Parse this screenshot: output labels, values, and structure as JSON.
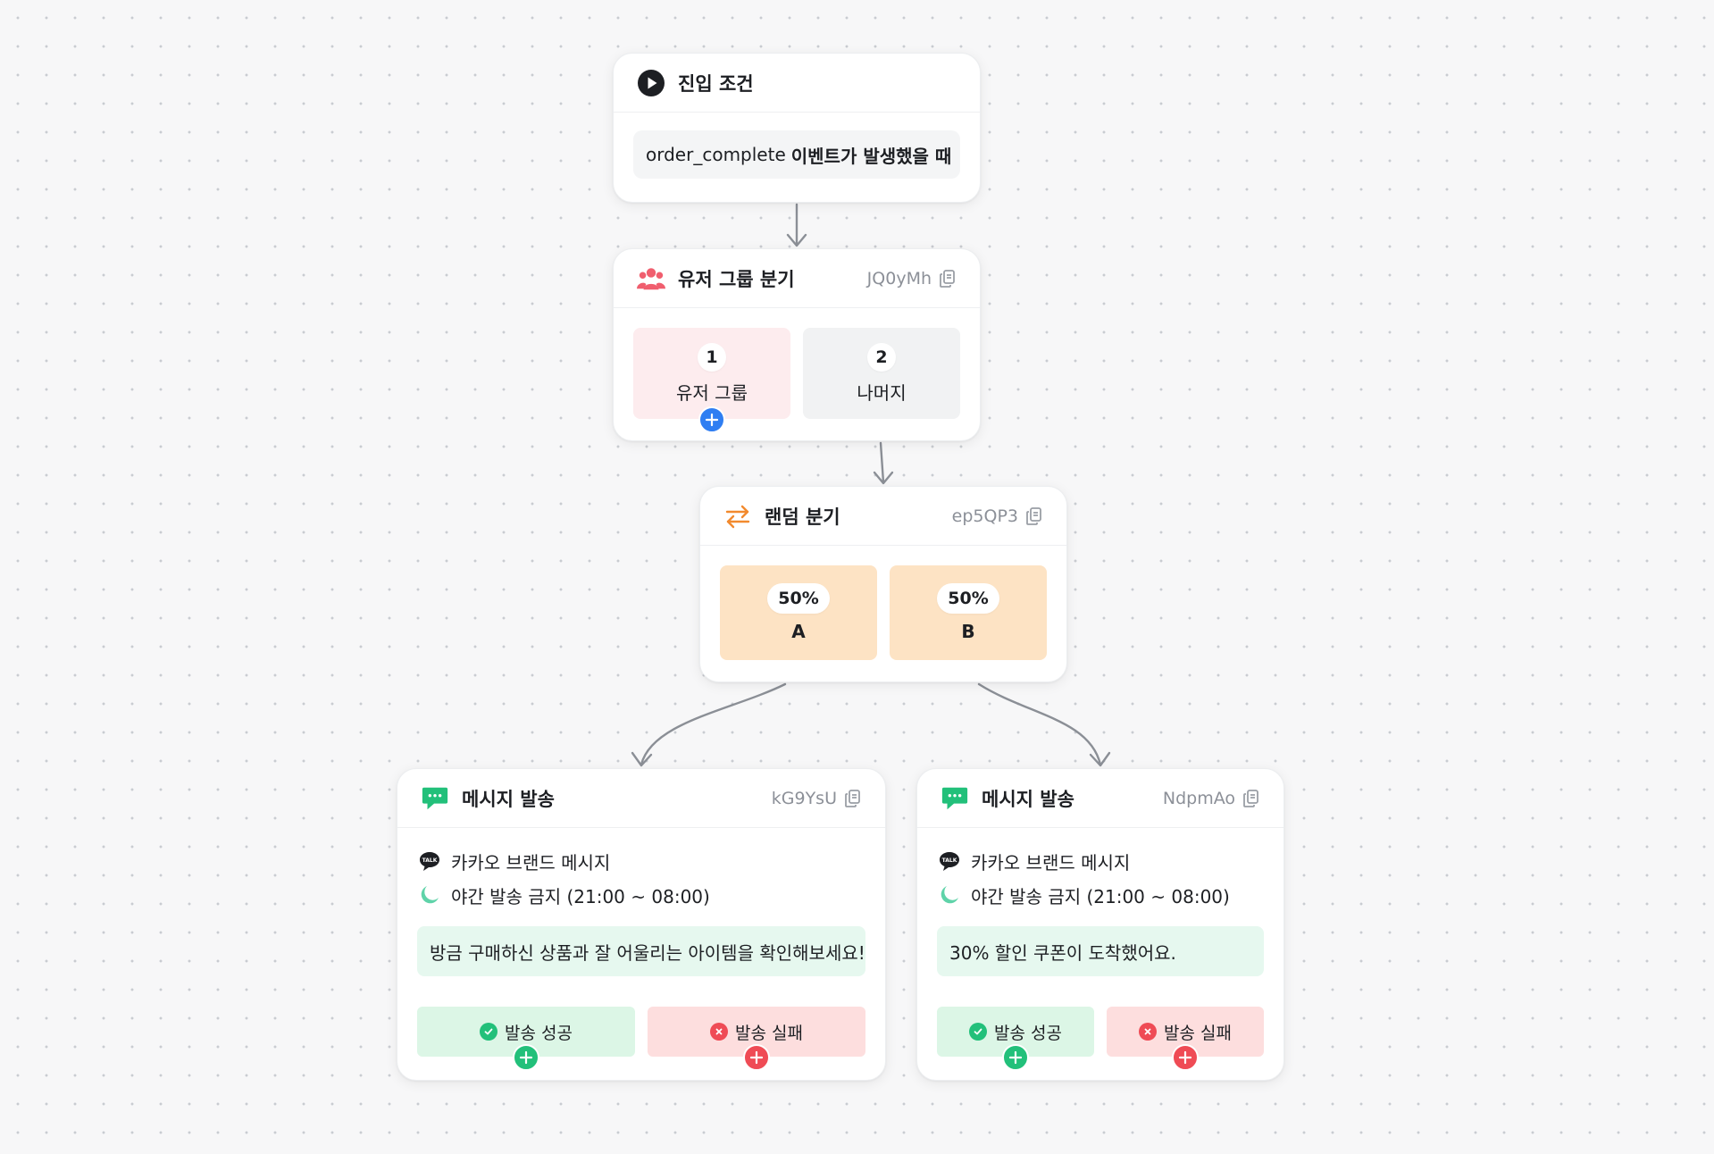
{
  "colors": {
    "canvas": "#f7f7f8",
    "edge": "#8b8f96",
    "blue_plus": "#2f7ef2",
    "green": "#22c07a",
    "red": "#ef4b55",
    "orange": "#f28a2e",
    "coral": "#f05e6e"
  },
  "entry": {
    "icon": "play-icon",
    "title": "진입 조건",
    "event": "order_complete",
    "condition_text": "이벤트가 발생했을 때"
  },
  "user_group": {
    "icon": "users-icon",
    "title": "유저 그룹 분기",
    "id": "JQ0yMh",
    "branches": [
      {
        "number": "1",
        "label": "유저 그룹"
      },
      {
        "number": "2",
        "label": "나머지"
      }
    ]
  },
  "random": {
    "icon": "swap-arrows-icon",
    "title": "랜덤 분기",
    "id": "ep5QP3",
    "branches": [
      {
        "percent": "50%",
        "label": "A"
      },
      {
        "percent": "50%",
        "label": "B"
      }
    ]
  },
  "messages": [
    {
      "icon": "chat-bubble-icon",
      "title": "메시지 발송",
      "id": "kG9YsU",
      "channel": "카카오 브랜드 메시지",
      "quiet_hours": "야간 발송 금지 (21:00 ~ 08:00)",
      "preview": "방금 구매하신 상품과 잘 어울리는 아이템을 확인해보세요!",
      "success": "발송 성공",
      "failure": "발송 실패"
    },
    {
      "icon": "chat-bubble-icon",
      "title": "메시지 발송",
      "id": "NdpmAo",
      "channel": "카카오 브랜드 메시지",
      "quiet_hours": "야간 발송 금지 (21:00 ~ 08:00)",
      "preview": "30% 할인 쿠폰이 도착했어요.",
      "success": "발송 성공",
      "failure": "발송 실패"
    }
  ]
}
